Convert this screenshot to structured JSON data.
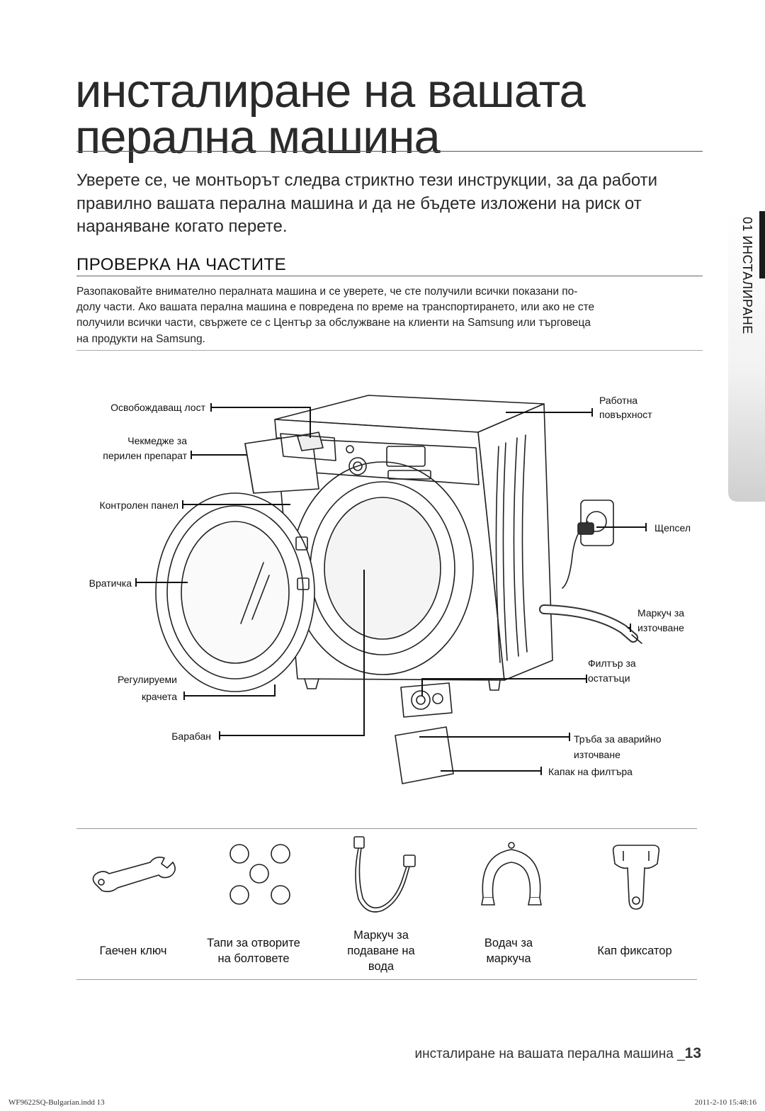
{
  "page": {
    "title_line1": "инсталиране на вашата",
    "title_line2": "перална машина",
    "intro": [
      "Уверете се, че монтьорът следва стриктно тези инструкции, за да работи",
      "правилно вашата перална машина и да не бъдете изложени на риск от",
      "нараняване когато перете."
    ],
    "section_title": "ПРОВЕРКА НА ЧАСТИТЕ",
    "body": [
      "Разопаковайте внимателно пералната машина и се уверете, че сте получили всички показани по-",
      "долу части. Ако вашата перална машина е повредена по време на транспортирането, или ако не сте",
      "получили всички части, свържете се с Център за обслужване на клиенти на Samsung или търговеца",
      "на продукти на Samsung."
    ]
  },
  "side_tab": {
    "label": "01 ИНСТАЛИРАНЕ"
  },
  "diagram_labels": {
    "release_lever": "Освобождаващ лост",
    "detergent_drawer_1": "Чекмедже за",
    "detergent_drawer_2": "перилен препарат",
    "control_panel": "Контролен панел",
    "door": "Вратичка",
    "adjustable_feet_1": "Регулируеми",
    "adjustable_feet_2": "крачета",
    "drum": "Барабан",
    "worktop_1": "Работна",
    "worktop_2": "повърхност",
    "plug": "Щепсел",
    "drain_hose_1": "Маркуч за",
    "drain_hose_2": "източване",
    "debris_filter_1": "Филтър за",
    "debris_filter_2": "остатъци",
    "emergency_drain_1": "Тръба за аварийно",
    "emergency_drain_2": "източване",
    "filter_cover": "Капак на филтъра"
  },
  "accessories": [
    {
      "name": "Гаечен ключ",
      "icon": "spanner-icon"
    },
    {
      "name": "Тапи за отворите на болтовете",
      "icon": "bolt-hole-caps-icon"
    },
    {
      "name": "Маркуч за подаване на вода",
      "icon": "water-supply-hose-icon"
    },
    {
      "name": "Водач за маркуча",
      "icon": "hose-guide-icon"
    },
    {
      "name": "Кап фиксатор",
      "icon": "cap-fixer-icon"
    }
  ],
  "footer": {
    "text": "инсталиране на вашата перална машина _",
    "page_number": "13",
    "print_file": "WF9622SQ-Bulgarian.indd   13",
    "print_date": "2011-2-10   15:48:16"
  }
}
